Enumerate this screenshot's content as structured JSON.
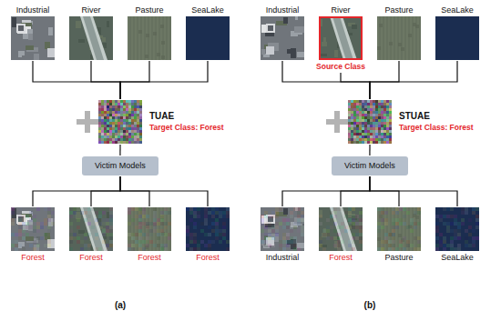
{
  "diagram": {
    "nodes": [
      {
        "text": [
          "Industrial"
        ]
      },
      {
        "text": [
          "River"
        ]
      },
      {
        "text": [
          "Pasture"
        ]
      },
      {
        "text": [
          "SeaLake"
        ]
      },
      {
        "text": [
          "TUAE",
          "Target Class: Forest"
        ]
      },
      {
        "text": [
          "Victim Models"
        ]
      },
      {
        "text": [
          "Forest"
        ]
      },
      {
        "text": [
          "Forest"
        ]
      },
      {
        "text": [
          "Forest"
        ]
      },
      {
        "text": [
          "Forest"
        ]
      },
      {
        "text": [
          "Industrial"
        ]
      },
      {
        "text": [
          "River",
          "Source Class"
        ]
      },
      {
        "text": [
          "Pasture"
        ]
      },
      {
        "text": [
          "SeaLake"
        ]
      },
      {
        "text": [
          "STUAE",
          "Target Class: Forest"
        ]
      },
      {
        "text": [
          "Victim Models"
        ]
      },
      {
        "text": [
          "Industrial"
        ]
      },
      {
        "text": [
          "Forest"
        ]
      },
      {
        "text": [
          "Pasture"
        ]
      },
      {
        "text": [
          "SeaLake"
        ]
      }
    ],
    "edges": [
      {
        "from": 0,
        "to": 4,
        "arrow": "none"
      },
      {
        "from": 1,
        "to": 4,
        "arrow": "none"
      },
      {
        "from": 2,
        "to": 4,
        "arrow": "none"
      },
      {
        "from": 3,
        "to": 4,
        "arrow": "none"
      },
      {
        "from": 4,
        "to": 5,
        "arrow": "none"
      },
      {
        "from": 5,
        "to": 6,
        "arrow": "none"
      },
      {
        "from": 5,
        "to": 7,
        "arrow": "none"
      },
      {
        "from": 5,
        "to": 8,
        "arrow": "none"
      },
      {
        "from": 5,
        "to": 9,
        "arrow": "none"
      },
      {
        "from": 10,
        "to": 14,
        "arrow": "none"
      },
      {
        "from": 11,
        "to": 14,
        "arrow": "none"
      },
      {
        "from": 12,
        "to": 14,
        "arrow": "none"
      },
      {
        "from": 13,
        "to": 14,
        "arrow": "none"
      },
      {
        "from": 14,
        "to": 15,
        "arrow": "none"
      },
      {
        "from": 15,
        "to": 16,
        "arrow": "none"
      },
      {
        "from": 15,
        "to": 17,
        "arrow": "none"
      },
      {
        "from": 15,
        "to": 18,
        "arrow": "none"
      },
      {
        "from": 15,
        "to": 19,
        "arrow": "none"
      }
    ],
    "labels": [
      "(a)",
      "(b)"
    ]
  }
}
